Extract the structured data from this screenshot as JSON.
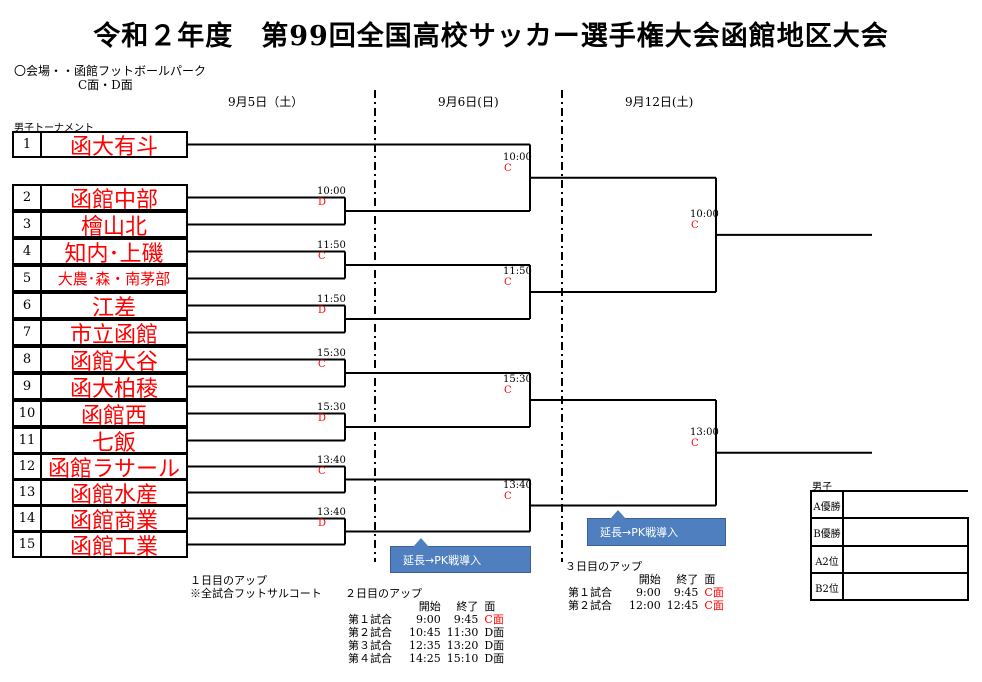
{
  "title": "令和２年度　第99回全国高校サッカー選手権大会函館地区大会",
  "venue": {
    "line1": "〇会場・・函館フットボールパーク",
    "line2": "C面・D面"
  },
  "dates": [
    "9月5日（土）",
    "9月6日(日)",
    "9月12日(土)"
  ],
  "section_label": "男子トーナメント",
  "teams": [
    {
      "num": "1",
      "name": "函大有斗"
    },
    {
      "num": "2",
      "name": "函館中部"
    },
    {
      "num": "3",
      "name": "檜山北"
    },
    {
      "num": "4",
      "name": "知内･上磯"
    },
    {
      "num": "5",
      "name": "大農･森・南茅部"
    },
    {
      "num": "6",
      "name": "江差"
    },
    {
      "num": "7",
      "name": "市立函館"
    },
    {
      "num": "8",
      "name": "函館大谷"
    },
    {
      "num": "9",
      "name": "函大柏稜"
    },
    {
      "num": "10",
      "name": "函館西"
    },
    {
      "num": "11",
      "name": "七飯"
    },
    {
      "num": "12",
      "name": "函館ラサール"
    },
    {
      "num": "13",
      "name": "函館水産"
    },
    {
      "num": "14",
      "name": "函館商業"
    },
    {
      "num": "15",
      "name": "函館工業"
    }
  ],
  "matches": {
    "round1": [
      {
        "time": "10:00",
        "court": "D"
      },
      {
        "time": "11:50",
        "court": "C"
      },
      {
        "time": "11:50",
        "court": "D"
      },
      {
        "time": "15:30",
        "court": "C"
      },
      {
        "time": "15:30",
        "court": "D"
      },
      {
        "time": "13:40",
        "court": "C"
      },
      {
        "time": "13:40",
        "court": "D"
      }
    ],
    "round2": [
      {
        "time": "10:00",
        "court": "C"
      },
      {
        "time": "11:50",
        "court": "C"
      },
      {
        "time": "15:30",
        "court": "C"
      },
      {
        "time": "13:40",
        "court": "C"
      }
    ],
    "round3": [
      {
        "time": "10:00",
        "court": "C"
      },
      {
        "time": "13:00",
        "court": "C"
      }
    ]
  },
  "callouts": [
    "延長→PK戦導入",
    "延長→PK戦導入"
  ],
  "results": {
    "label": "男子",
    "rows": [
      "A優勝",
      "B優勝",
      "A2位",
      "B2位"
    ]
  },
  "warmup": {
    "day1": {
      "title": "１日目のアップ",
      "note": "※全試合フットサルコート"
    },
    "day2": {
      "title": "２日目のアップ",
      "headers": [
        "開始",
        "終了",
        "面"
      ],
      "rows": [
        {
          "game": "第１試合",
          "start": "9:00",
          "end": "9:45",
          "court": "C面"
        },
        {
          "game": "第２試合",
          "start": "10:45",
          "end": "11:30",
          "court": "D面"
        },
        {
          "game": "第３試合",
          "start": "12:35",
          "end": "13:20",
          "court": "D面"
        },
        {
          "game": "第４試合",
          "start": "14:25",
          "end": "15:10",
          "court": "D面"
        }
      ]
    },
    "day3": {
      "title": "３日目のアップ",
      "headers": [
        "開始",
        "終了",
        "面"
      ],
      "rows": [
        {
          "game": "第１試合",
          "start": "9:00",
          "end": "9:45",
          "court": "C面"
        },
        {
          "game": "第２試合",
          "start": "12:00",
          "end": "12:45",
          "court": "C面"
        }
      ]
    }
  }
}
